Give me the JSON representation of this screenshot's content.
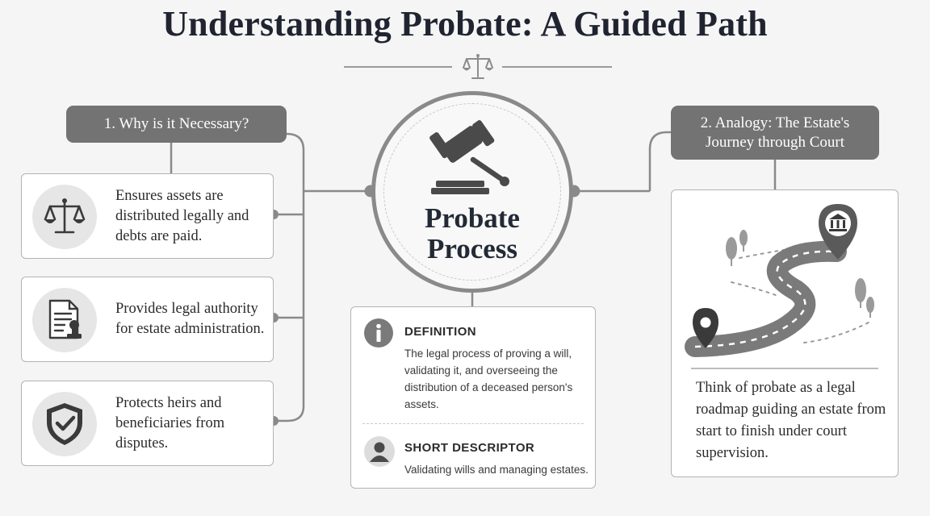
{
  "title": "Understanding Probate: A Guided Path",
  "center": {
    "title_line1": "Probate",
    "title_line2": "Process",
    "icon": "gavel-icon"
  },
  "left": {
    "header": "1. Why is it Necessary?",
    "items": [
      {
        "text": "Ensures assets are distributed legally and debts are paid.",
        "icon": "scales-icon"
      },
      {
        "text": "Provides legal authority for estate administration.",
        "icon": "document-stamp-icon"
      },
      {
        "text": "Protects heirs and beneficiaries from disputes.",
        "icon": "shield-check-icon"
      }
    ]
  },
  "definition": {
    "heading": "DEFINITION",
    "text": "The legal process of proving a will, validating it, and overseeing the distribution of a deceased person's assets.",
    "icon": "info-icon"
  },
  "descriptor": {
    "heading": "SHORT DESCRIPTOR",
    "text": "Validating wills and managing estates.",
    "icon": "person-icon"
  },
  "right": {
    "header_line1": "2. Analogy: The Estate's",
    "header_line2": "Journey through Court",
    "text": "Think of probate as a legal roadmap guiding an estate from start to finish under court supervision.",
    "icons": [
      "map-pin-icon",
      "courthouse-pin-icon",
      "winding-road-icon"
    ]
  },
  "colors": {
    "header_bg": "#737373",
    "ring": "#8a8a8a",
    "title": "#1f2430",
    "background": "#f5f5f5"
  }
}
